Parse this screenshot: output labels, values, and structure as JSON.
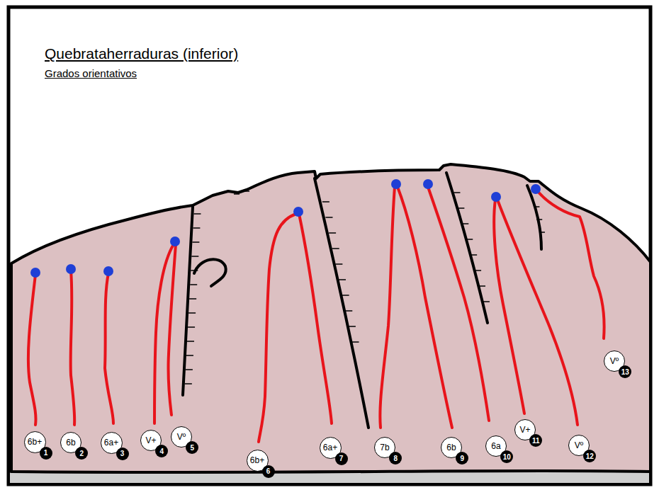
{
  "diagram": {
    "title": "Quebrataherraduras (inferior)",
    "nodes": [
      {
        "text": [
          "6b+",
          "1"
        ]
      },
      {
        "text": [
          "6b",
          "2"
        ]
      },
      {
        "text": [
          "6a+",
          "3"
        ]
      },
      {
        "text": [
          "V+",
          "4"
        ]
      },
      {
        "text": [
          "Vº",
          "5"
        ]
      },
      {
        "text": [
          "6b+",
          "6"
        ]
      },
      {
        "text": [
          "6a+",
          "7"
        ]
      },
      {
        "text": [
          "7b",
          "8"
        ]
      },
      {
        "text": [
          "6b",
          "9"
        ]
      },
      {
        "text": [
          "6a",
          "10"
        ]
      },
      {
        "text": [
          "V+",
          "11"
        ]
      },
      {
        "text": [
          "Vº",
          "12"
        ]
      },
      {
        "text": [
          "Vº",
          "13"
        ]
      }
    ],
    "labels": [
      "Grados orientativos"
    ]
  }
}
